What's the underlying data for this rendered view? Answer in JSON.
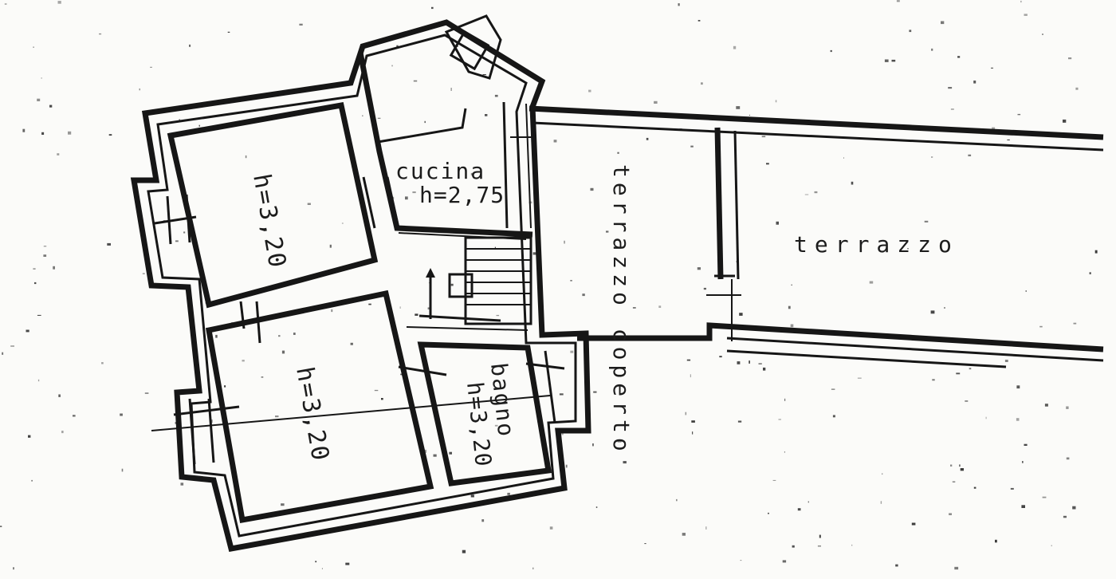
{
  "plan": {
    "rooms": {
      "bedroom_upper": {
        "height_label": "h=3,20"
      },
      "bedroom_lower": {
        "height_label": "h=3,20"
      },
      "kitchen": {
        "name": "cucina",
        "height_label": "h=2,75"
      },
      "bathroom": {
        "name": "bagno",
        "height_label": "h=3,20"
      },
      "covered_terrace": {
        "name": "terrazzo coperto"
      },
      "terrace": {
        "name": "terrazzo"
      }
    },
    "colors": {
      "ink": "#161616",
      "paper": "#fbfbf9"
    }
  }
}
